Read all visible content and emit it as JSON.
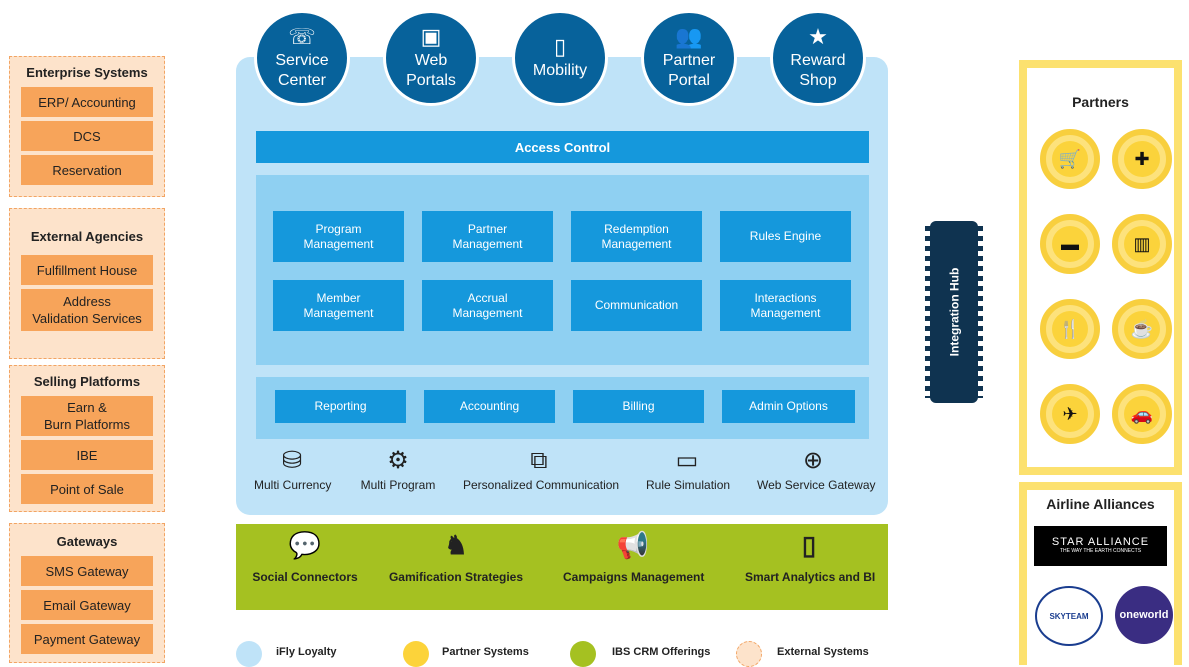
{
  "external": [
    {
      "title": "Enterprise Systems",
      "items": [
        "ERP/ Accounting",
        "DCS",
        "Reservation"
      ]
    },
    {
      "title": "External Agencies",
      "items": [
        "Fulfillment House",
        "Address\nValidation Services"
      ]
    },
    {
      "title": "Selling Platforms",
      "items": [
        "Earn &\nBurn Platforms",
        "IBE",
        "Point of Sale"
      ]
    },
    {
      "title": "Gateways",
      "items": [
        "SMS Gateway",
        "Email Gateway",
        "Payment Gateway"
      ]
    }
  ],
  "channels": [
    {
      "icon": "support-agent-icon",
      "line1": "Service",
      "line2": "Center"
    },
    {
      "icon": "monitor-icon",
      "line1": "Web",
      "line2": "Portals"
    },
    {
      "icon": "phone-icon",
      "line1": "Mobility",
      "line2": ""
    },
    {
      "icon": "users-icon",
      "line1": "Partner",
      "line2": "Portal"
    },
    {
      "icon": "trophy-icon",
      "line1": "Reward",
      "line2": "Shop"
    }
  ],
  "access_control": "Access Control",
  "modules": [
    "Program\nManagement",
    "Partner\nManagement",
    "Redemption\nManagement",
    "Rules Engine",
    "Member\nManagement",
    "Accrual\nManagement",
    "Communication",
    "Interactions\nManagement"
  ],
  "bottom_modules": [
    "Reporting",
    "Accounting",
    "Billing",
    "Admin Options"
  ],
  "features": [
    {
      "icon": "coins-icon",
      "label": "Multi Currency"
    },
    {
      "icon": "gear-icon",
      "label": "Multi Program"
    },
    {
      "icon": "network-icon",
      "label": "Personalized Communication"
    },
    {
      "icon": "tv-icon",
      "label": "Rule Simulation"
    },
    {
      "icon": "globe-icon",
      "label": "Web Service Gateway"
    }
  ],
  "crm": [
    {
      "icon": "chat-icon",
      "label": "Social Connectors"
    },
    {
      "icon": "chess-knight-icon",
      "label": "Gamification Strategies"
    },
    {
      "icon": "megaphone-icon",
      "label": "Campaigns Management"
    },
    {
      "icon": "tablet-icon",
      "label": "Smart Analytics and BI"
    }
  ],
  "integration_hub": "Integration Hub",
  "partners": {
    "title": "Partners",
    "icons": [
      "cart-icon",
      "medical-kit-icon",
      "bed-icon",
      "books-icon",
      "dining-icon",
      "coffee-icon",
      "airplane-icon",
      "car-key-icon"
    ]
  },
  "alliances": {
    "title": "Airline Alliances",
    "star": "STAR ALLIANCE",
    "star_sub": "THE WAY THE EARTH CONNECTS",
    "skyteam": "SKYTEAM",
    "oneworld": "oneworld"
  },
  "legend": [
    {
      "label": "iFly Loyalty",
      "color": "#bfe3f8"
    },
    {
      "label": "Partner Systems",
      "color": "#fcd33a"
    },
    {
      "label": "IBS CRM Offerings",
      "color": "#a5c121"
    },
    {
      "label": "External Systems",
      "color": "#fde3cb"
    }
  ]
}
